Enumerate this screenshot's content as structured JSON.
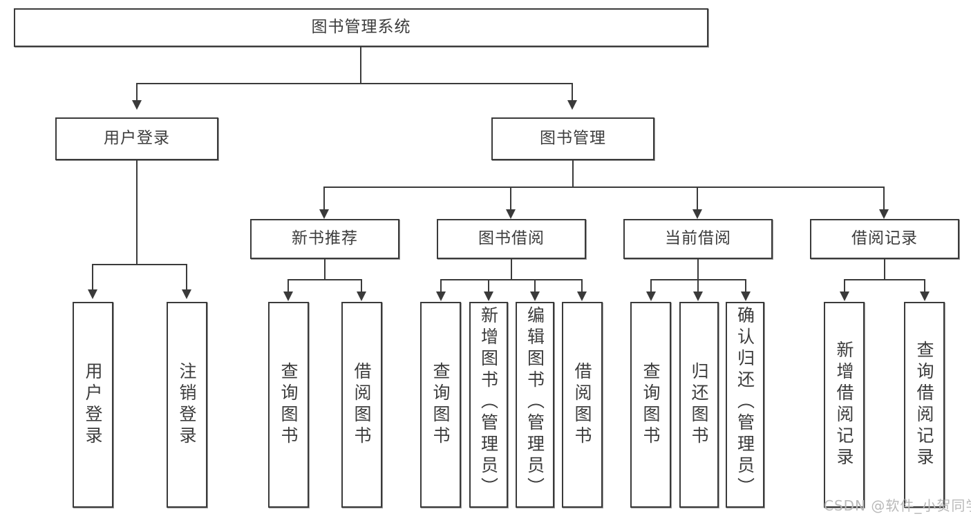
{
  "diagram": {
    "title": "图书管理系统",
    "type": "tree-hierarchy",
    "watermark": "CSDN @软件_小贺同学",
    "colors": {
      "stroke": "#3a3a3a",
      "text": "#3c3c3c",
      "background": "#ffffff",
      "watermark": "#b9b9b9"
    },
    "nodes": {
      "root": {
        "label": "图书管理系统"
      },
      "level2": [
        {
          "label": "用户登录"
        },
        {
          "label": "图书管理"
        }
      ],
      "level3": [
        {
          "label": "新书推荐"
        },
        {
          "label": "图书借阅"
        },
        {
          "label": "当前借阅"
        },
        {
          "label": "借阅记录"
        }
      ],
      "leaves": {
        "user_login": [
          {
            "label": "用户登录"
          },
          {
            "label": "注销登录"
          }
        ],
        "new_book_recommend": [
          {
            "label": "查询图书"
          },
          {
            "label": "借阅图书"
          }
        ],
        "book_borrow": [
          {
            "label": "查询图书"
          },
          {
            "label": "新增图书（管理员）"
          },
          {
            "label": "编辑图书（管理员）"
          },
          {
            "label": "借阅图书"
          }
        ],
        "current_borrow": [
          {
            "label": "查询图书"
          },
          {
            "label": "归还图书"
          },
          {
            "label": "确认归还（管理员）"
          }
        ],
        "borrow_record": [
          {
            "label": "新增借阅记录"
          },
          {
            "label": "查询借阅记录"
          }
        ]
      }
    }
  }
}
